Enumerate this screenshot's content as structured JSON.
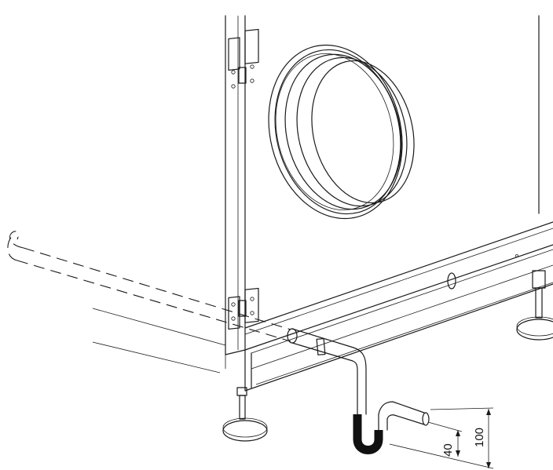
{
  "dimensions": {
    "trap_depth": "40",
    "outlet_height": "100"
  },
  "colors": {
    "line": "#1a1a1a",
    "water_seal": "#111111",
    "background": "#ffffff"
  },
  "parts": [
    "unit-cabinet",
    "circular-duct-connection",
    "door-hinge-upper",
    "door-hinge-lower",
    "base-frame",
    "adjustable-foot-left",
    "adjustable-foot-right",
    "condensate-drain-pipe",
    "water-trap",
    "alternative-drain-route-dashed"
  ]
}
